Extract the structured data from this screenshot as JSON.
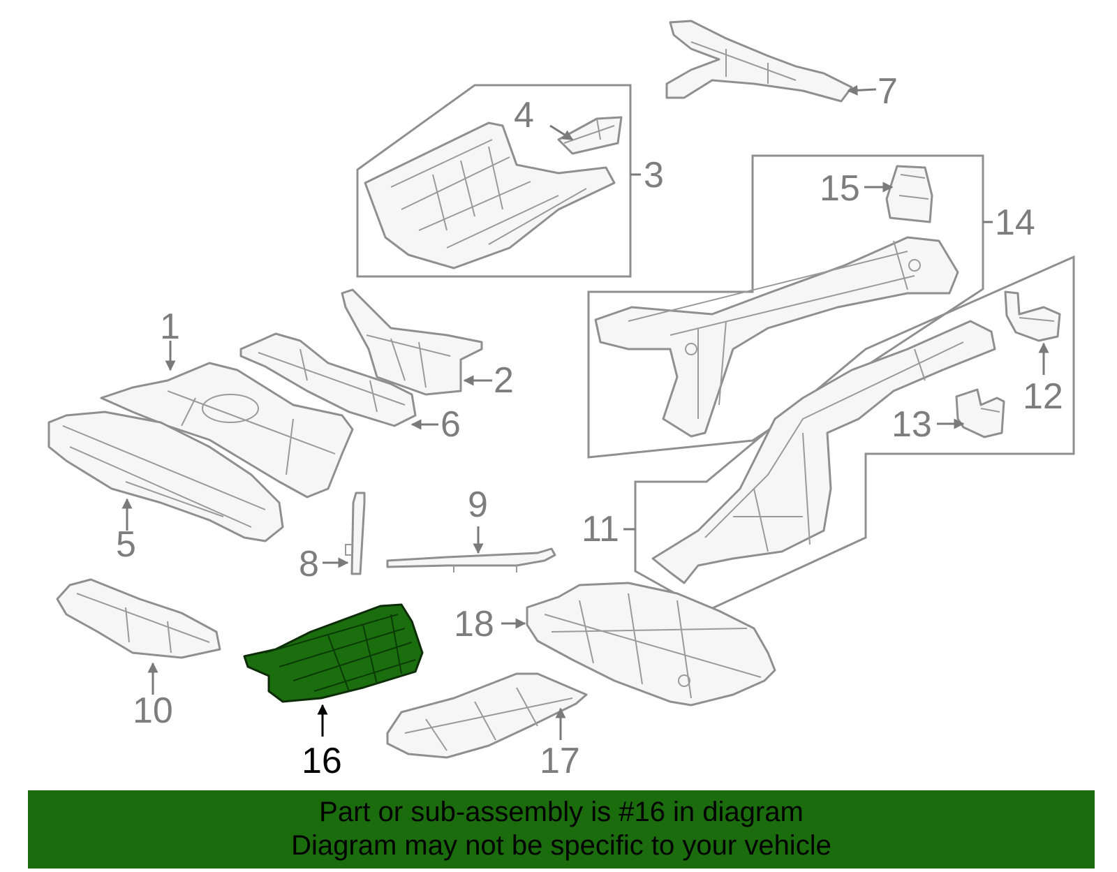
{
  "diagram": {
    "callouts": [
      "1",
      "2",
      "3",
      "4",
      "5",
      "6",
      "7",
      "8",
      "9",
      "10",
      "11",
      "12",
      "13",
      "14",
      "15",
      "16",
      "17",
      "18"
    ],
    "selected_part": "16",
    "colors": {
      "highlight": "#1b6e0d",
      "banner": "#1a6c0c",
      "line": "#8f8f8f",
      "label": "#7d7d7d"
    }
  },
  "banner": {
    "line1": "Part or sub-assembly is #16 in diagram",
    "line2": "Diagram may not be specific to your vehicle"
  }
}
